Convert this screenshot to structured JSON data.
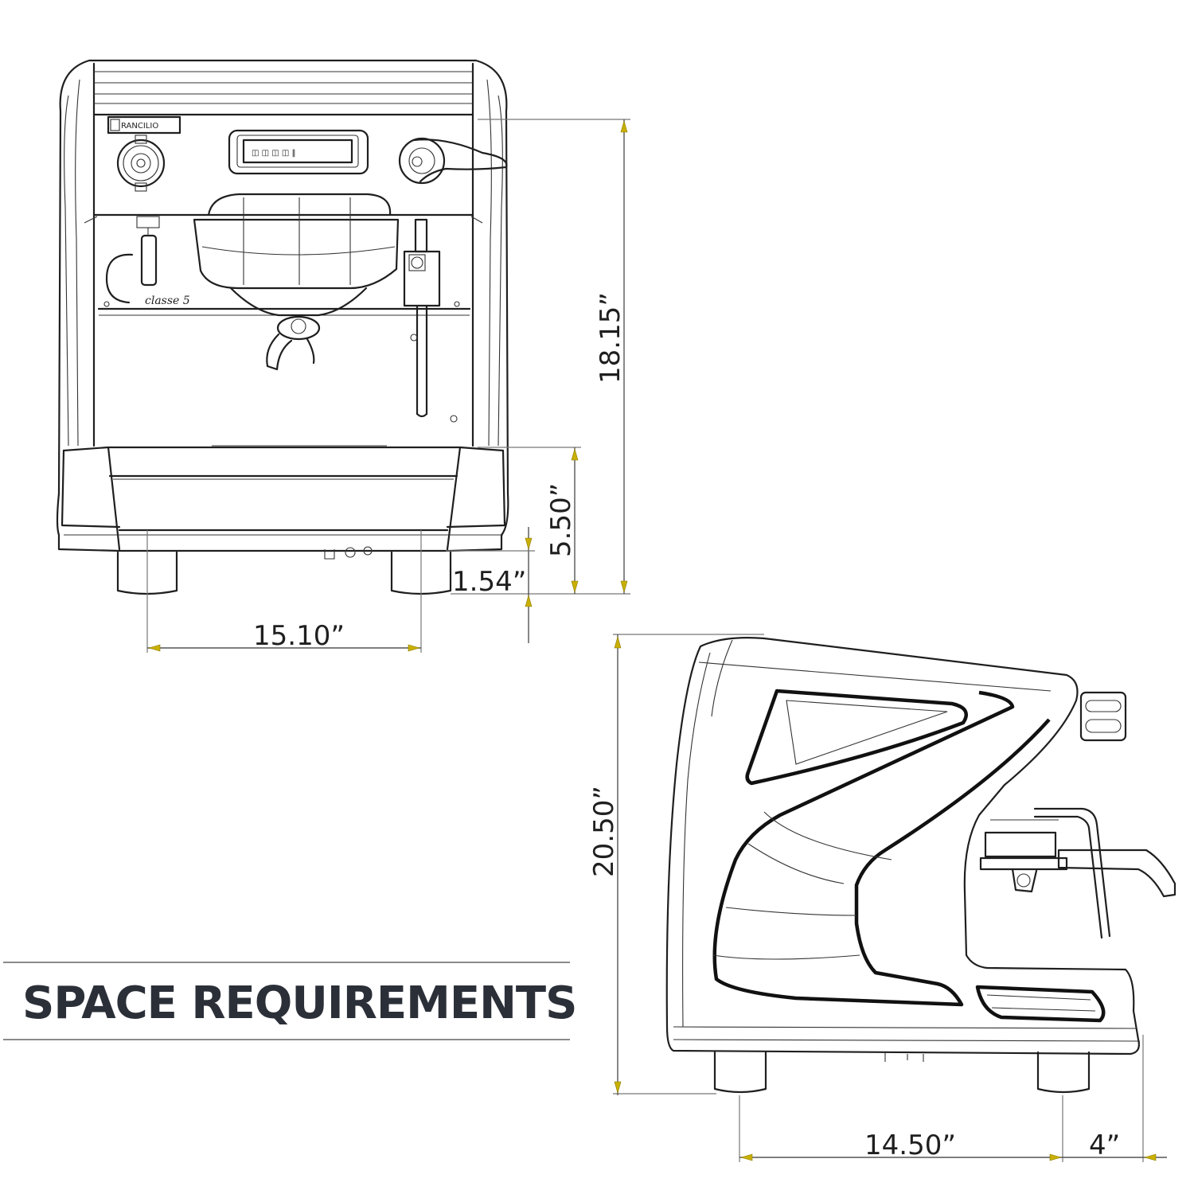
{
  "heading": "SPACE REQUIREMENTS",
  "front_view": {
    "brand_label": "RANCILIO",
    "model_label": "classe 5",
    "dimensions": {
      "total_height": "18.15”",
      "upper_height": "5.50”",
      "foot_height": "1.54”",
      "foot_spacing": "15.10”"
    }
  },
  "side_view": {
    "dimensions": {
      "total_height": "20.50”",
      "foot_spacing": "14.50”",
      "front_overhang": "4”"
    }
  },
  "colors": {
    "line": "#1f1f1f",
    "arrow": "#c9b000",
    "heading": "#2b2f38"
  }
}
